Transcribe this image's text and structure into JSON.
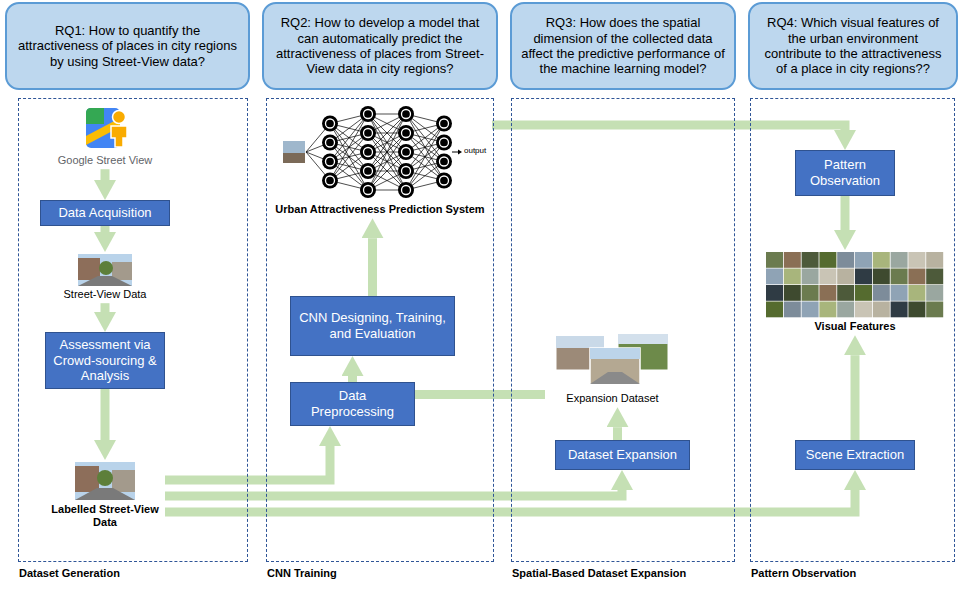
{
  "diagram": {
    "nodes": [
      {
        "text": [
          "RQ1: How to quantify the attractiveness of places in city regions by using Street-View data?"
        ]
      },
      {
        "text": [
          "RQ2: How to develop a model that can automatically predict the attractiveness of places from Street-View data in city regions?"
        ]
      },
      {
        "text": [
          "RQ3: How does the spatial dimension of the collected data affect the predictive performance of the machine learning model?"
        ]
      },
      {
        "text": [
          "RQ4: Which visual features of the urban environment contribute to the attractiveness of a place in city regions??"
        ]
      },
      {
        "text": [
          "Dataset Generation"
        ]
      },
      {
        "text": [
          "Google Street View"
        ],
        "in": 4
      },
      {
        "text": [
          "Data Acquisition"
        ],
        "in": 4
      },
      {
        "text": [
          "Street-View Data"
        ],
        "in": 4
      },
      {
        "text": [
          "Assessment via Crowd-sourcing & Analysis"
        ],
        "in": 4
      },
      {
        "text": [
          "Labelled Street-View Data"
        ],
        "in": 4
      },
      {
        "text": [
          "CNN Training"
        ]
      },
      {
        "text": [
          "Urban Attractiveness Prediction System"
        ],
        "in": 10
      },
      {
        "text": [
          "CNN Designing, Training, and Evaluation"
        ],
        "in": 10
      },
      {
        "text": [
          "Data Preprocessing"
        ],
        "in": 10
      },
      {
        "text": [
          "Spatial-Based Dataset Expansion"
        ]
      },
      {
        "text": [
          "Expansion Dataset"
        ],
        "in": 14
      },
      {
        "text": [
          "Dataset Expansion"
        ],
        "in": 14
      },
      {
        "text": [
          "Pattern Observation"
        ]
      },
      {
        "text": [
          "Pattern Observation"
        ],
        "in": 17
      },
      {
        "text": [
          "Visual Features"
        ],
        "in": 17
      },
      {
        "text": [
          "Scene Extraction"
        ],
        "in": 17
      }
    ],
    "edges": [
      {
        "from": 5,
        "to": 6,
        "arrow": "to"
      },
      {
        "from": 6,
        "to": 7,
        "arrow": "to"
      },
      {
        "from": 7,
        "to": 8,
        "arrow": "to"
      },
      {
        "from": 8,
        "to": 9,
        "arrow": "to"
      },
      {
        "from": 9,
        "to": 13,
        "arrow": "to"
      },
      {
        "from": 9,
        "to": 16,
        "arrow": "to"
      },
      {
        "from": 9,
        "to": 20,
        "arrow": "to"
      },
      {
        "from": 13,
        "to": 12,
        "arrow": "to"
      },
      {
        "from": 12,
        "to": 11,
        "arrow": "to"
      },
      {
        "from": 15,
        "to": 13,
        "arrow": "none"
      },
      {
        "from": 16,
        "to": 15,
        "arrow": "to"
      },
      {
        "from": 11,
        "to": 18,
        "arrow": "to"
      },
      {
        "from": 18,
        "to": 19,
        "arrow": "to"
      },
      {
        "from": 20,
        "to": 19,
        "arrow": "to"
      }
    ],
    "labels": [
      "output"
    ]
  }
}
